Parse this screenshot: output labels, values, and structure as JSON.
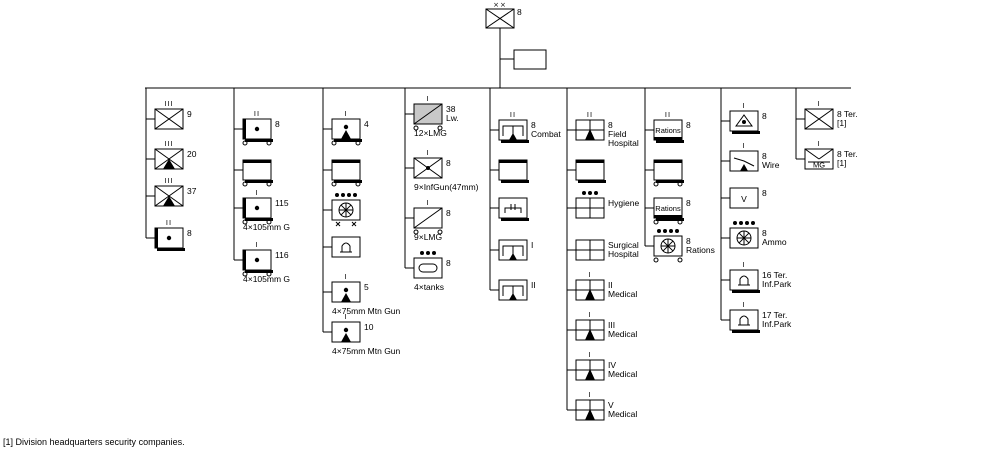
{
  "division": {
    "echelon": "××",
    "number": "8"
  },
  "footnote": "[1] Division headquarters security companies.",
  "columns": [
    {
      "id": "infantry",
      "items": [
        {
          "type": "infantry",
          "echelon": "III",
          "number": "9"
        },
        {
          "type": "mtn-infantry",
          "echelon": "III",
          "number": "20"
        },
        {
          "type": "mtn-infantry2",
          "echelon": "III",
          "number": "37"
        },
        {
          "type": "artillery",
          "echelon": "II",
          "number": "8",
          "shadow": true
        }
      ]
    },
    {
      "id": "artillery",
      "items": [
        {
          "type": "artillery",
          "echelon": "II",
          "number": "8",
          "wheels": true,
          "shadow": true
        },
        {
          "type": "empty",
          "wheels": true,
          "shadow": true
        },
        {
          "type": "artillery",
          "echelon": "I",
          "number": "115",
          "note": "4×105mm G",
          "wheels": true,
          "shadow": true
        },
        {
          "type": "artillery",
          "echelon": "I",
          "number": "116",
          "note": "4×105mm G",
          "wheels": true,
          "shadow": true
        }
      ]
    },
    {
      "id": "mtn-artillery",
      "items": [
        {
          "type": "mtn-artillery",
          "echelon": "I",
          "number": "4",
          "wheels": true,
          "shadow": true
        },
        {
          "type": "empty",
          "wheels": true,
          "shadow": true
        },
        {
          "type": "wheel",
          "dots": 4,
          "legs": true
        },
        {
          "type": "bell"
        },
        {
          "type": "mtn-artillery",
          "echelon": "I",
          "number": "5",
          "note": "4×75mm Mtn Gun"
        },
        {
          "type": "mtn-artillery",
          "echelon": "I",
          "number": "10",
          "note": "4×75mm Mtn Gun"
        }
      ]
    },
    {
      "id": "landwehr",
      "items": [
        {
          "type": "gray-slash",
          "echelon": "I",
          "number": "38",
          "sub": "Lw.",
          "note": "12×LMG",
          "wheels": true
        },
        {
          "type": "infgun",
          "echelon": "I",
          "number": "8",
          "note": "9×InfGun(47mm)"
        },
        {
          "type": "slash",
          "echelon": "I",
          "number": "8",
          "note": "9×LMG",
          "wheels": true
        },
        {
          "type": "tank",
          "dots": 3,
          "number": "8",
          "note": "4×tanks"
        }
      ]
    },
    {
      "id": "combat-engineers",
      "items": [
        {
          "type": "engineer",
          "echelon": "II",
          "number": "8",
          "sub": "Combat",
          "shadow": true
        },
        {
          "type": "empty",
          "shadow": true
        },
        {
          "type": "bridge",
          "shadow": true
        },
        {
          "type": "engineer",
          "echelon": "",
          "number": "I"
        },
        {
          "type": "engineer",
          "echelon": "",
          "number": "II"
        }
      ]
    },
    {
      "id": "medical",
      "items": [
        {
          "type": "medical",
          "echelon": "II",
          "number": "8",
          "sub": "Field",
          "sub2": "Hospital"
        },
        {
          "type": "empty",
          "shadow": true
        },
        {
          "type": "cross",
          "dots": 3,
          "number": "Hygiene"
        },
        {
          "type": "cross",
          "echelon": "",
          "number": "Surgical",
          "sub": "Hospital"
        },
        {
          "type": "medical",
          "echelon": "I",
          "number": "II",
          "sub": "Medical"
        },
        {
          "type": "medical",
          "echelon": "I",
          "number": "III",
          "sub": "Medical"
        },
        {
          "type": "medical",
          "echelon": "I",
          "number": "IV",
          "sub": "Medical"
        },
        {
          "type": "medical",
          "echelon": "I",
          "number": "V",
          "sub": "Medical"
        }
      ]
    },
    {
      "id": "supply",
      "items": [
        {
          "type": "text-box",
          "text": "Rations",
          "echelon": "II",
          "number": "8",
          "shadow": true
        },
        {
          "type": "empty",
          "wheels": true,
          "shadow": true
        },
        {
          "type": "text-box",
          "text": "Rations",
          "number": "8",
          "wheels": true,
          "shadow": true
        },
        {
          "type": "wheel",
          "dots": 4,
          "number": "8",
          "sub": "Rations",
          "wheels": true
        }
      ]
    },
    {
      "id": "services",
      "items": [
        {
          "type": "signal-tri",
          "echelon": "I",
          "number": "8",
          "shadow": true
        },
        {
          "type": "wire",
          "echelon": "I",
          "number": "8",
          "sub": "Wire"
        },
        {
          "type": "v",
          "number": "8"
        },
        {
          "type": "wheel",
          "dots": 4,
          "number": "8",
          "sub": "Ammo"
        },
        {
          "type": "bell",
          "echelon": "I",
          "number": "16 Ter.",
          "sub": "Inf.Park",
          "shadow": true
        },
        {
          "type": "bell",
          "echelon": "I",
          "number": "17 Ter.",
          "sub": "Inf.Park",
          "shadow": true
        }
      ]
    },
    {
      "id": "territorial",
      "items": [
        {
          "type": "infantry",
          "echelon": "I",
          "number": "8 Ter.",
          "sub": "[1]"
        },
        {
          "type": "mg",
          "text": "MG",
          "echelon": "I",
          "number": "8 Ter.",
          "sub": "[1]"
        }
      ]
    }
  ]
}
